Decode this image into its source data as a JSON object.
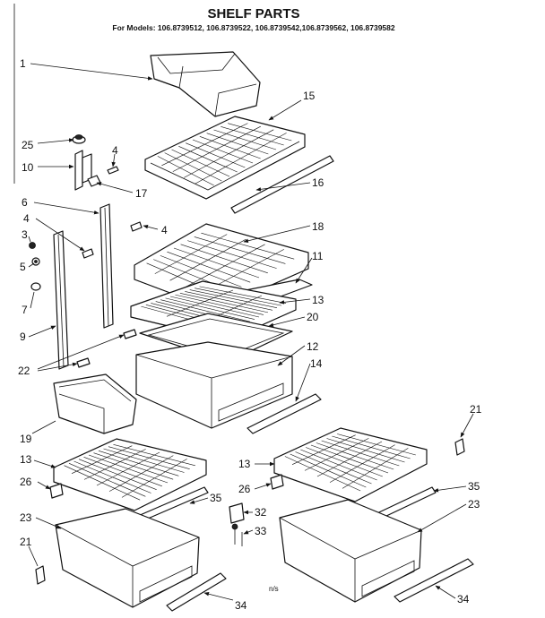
{
  "header": {
    "title": "SHELF PARTS",
    "models_line": "For Models: 106.8739512, 106.8739522, 106.8739542,106.8739562, 106.8739582"
  },
  "note": "n/s",
  "callouts": [
    {
      "id": "c1",
      "text": "1"
    },
    {
      "id": "c15",
      "text": "15"
    },
    {
      "id": "c25",
      "text": "25"
    },
    {
      "id": "c4a",
      "text": "4"
    },
    {
      "id": "c10",
      "text": "10"
    },
    {
      "id": "c17",
      "text": "17"
    },
    {
      "id": "c16",
      "text": "16"
    },
    {
      "id": "c6",
      "text": "6"
    },
    {
      "id": "c18",
      "text": "18"
    },
    {
      "id": "c4b",
      "text": "4"
    },
    {
      "id": "c4c",
      "text": "4"
    },
    {
      "id": "c3",
      "text": "3"
    },
    {
      "id": "c5",
      "text": "5"
    },
    {
      "id": "c11",
      "text": "11"
    },
    {
      "id": "c7",
      "text": "7"
    },
    {
      "id": "c13a",
      "text": "13"
    },
    {
      "id": "c20",
      "text": "20"
    },
    {
      "id": "c9",
      "text": "9"
    },
    {
      "id": "c12",
      "text": "12"
    },
    {
      "id": "c22",
      "text": "22"
    },
    {
      "id": "c14",
      "text": "14"
    },
    {
      "id": "c21a",
      "text": "21"
    },
    {
      "id": "c19",
      "text": "19"
    },
    {
      "id": "c13b",
      "text": "13"
    },
    {
      "id": "c13c",
      "text": "13"
    },
    {
      "id": "c26a",
      "text": "26"
    },
    {
      "id": "c35a",
      "text": "35"
    },
    {
      "id": "c26b",
      "text": "26"
    },
    {
      "id": "c35b",
      "text": "35"
    },
    {
      "id": "c23a",
      "text": "23"
    },
    {
      "id": "c23b",
      "text": "23"
    },
    {
      "id": "c32",
      "text": "32"
    },
    {
      "id": "c33",
      "text": "33"
    },
    {
      "id": "c21b",
      "text": "21"
    },
    {
      "id": "c34a",
      "text": "34"
    },
    {
      "id": "c34b",
      "text": "34"
    }
  ]
}
